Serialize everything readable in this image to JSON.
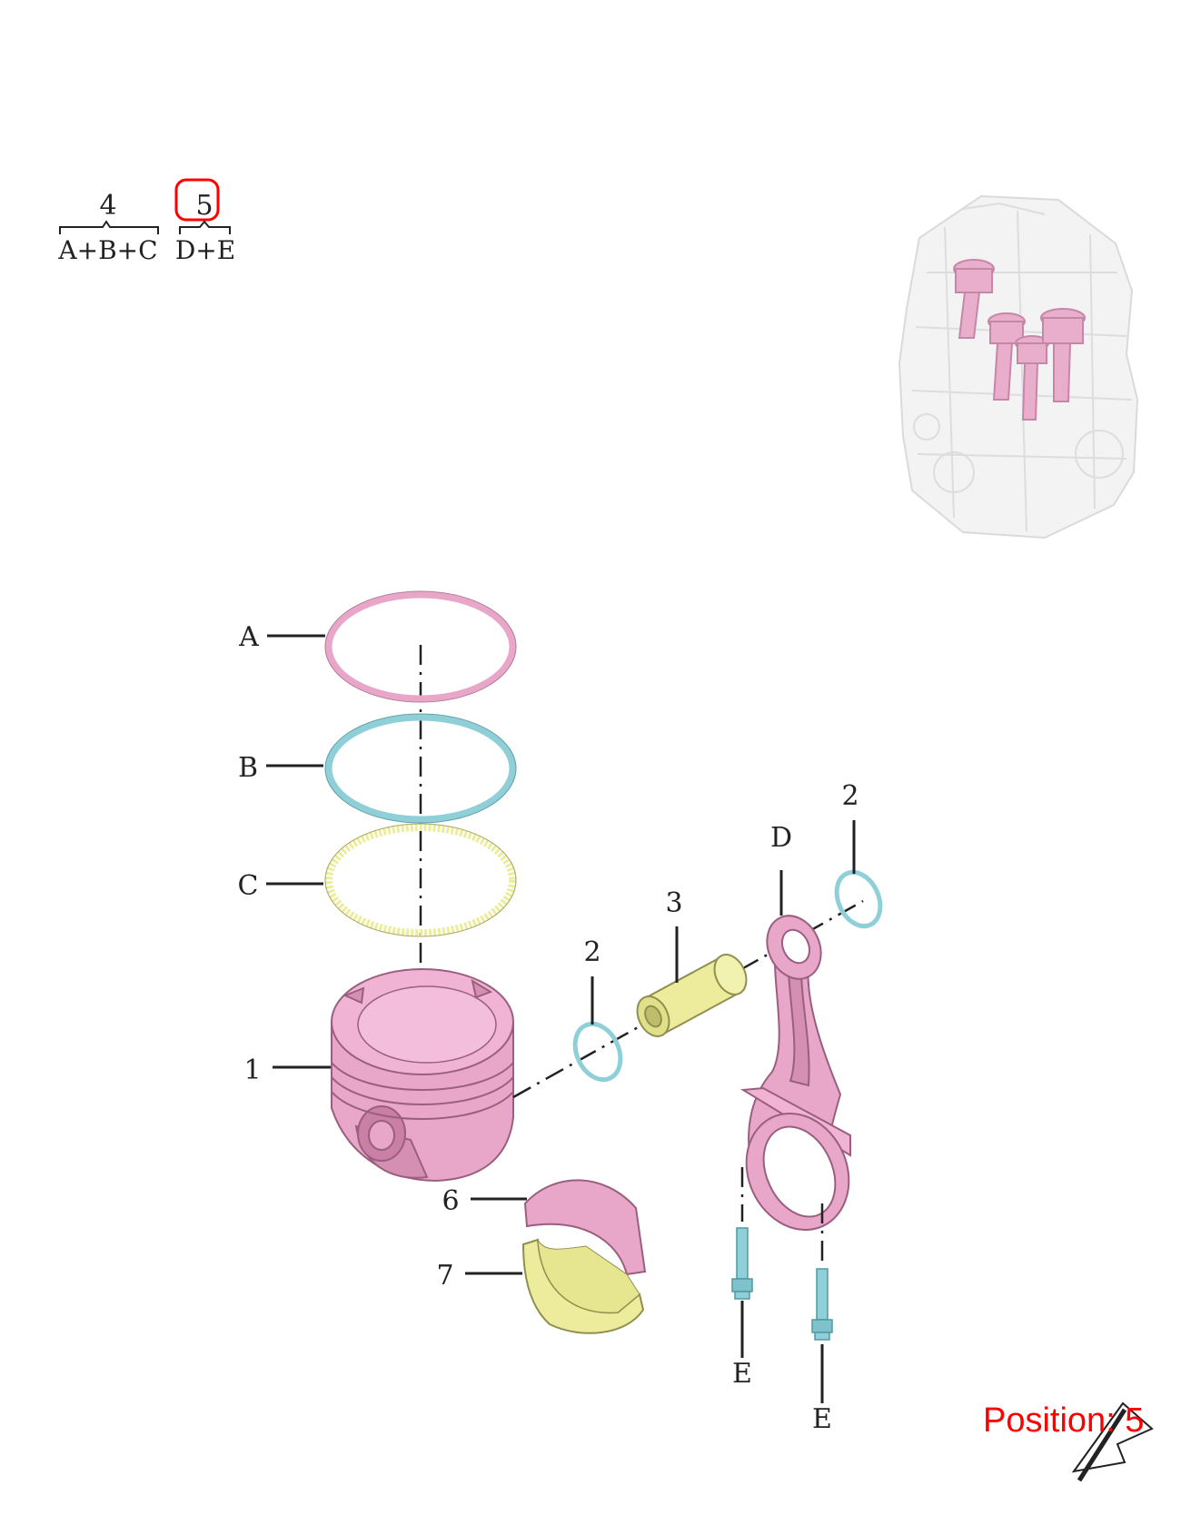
{
  "groups": [
    {
      "number": "4",
      "members": "A+B+C"
    },
    {
      "number": "5",
      "members": "D+E",
      "highlighted": true
    }
  ],
  "callouts": {
    "A": "A",
    "B": "B",
    "C": "C",
    "piston": "1",
    "circlip_left": "2",
    "circlip_right": "2",
    "pin": "3",
    "rod": "D",
    "bearing_upper": "6",
    "bearing_lower": "7",
    "bolt_left": "E",
    "bolt_right": "E"
  },
  "position_label": "Position: 5",
  "colors": {
    "part_pink": "#e8a6c8",
    "ring_blue": "#8fcfd8",
    "ring_yellow": "#ecec9c",
    "highlight": "#ff0000",
    "line": "#222222"
  }
}
